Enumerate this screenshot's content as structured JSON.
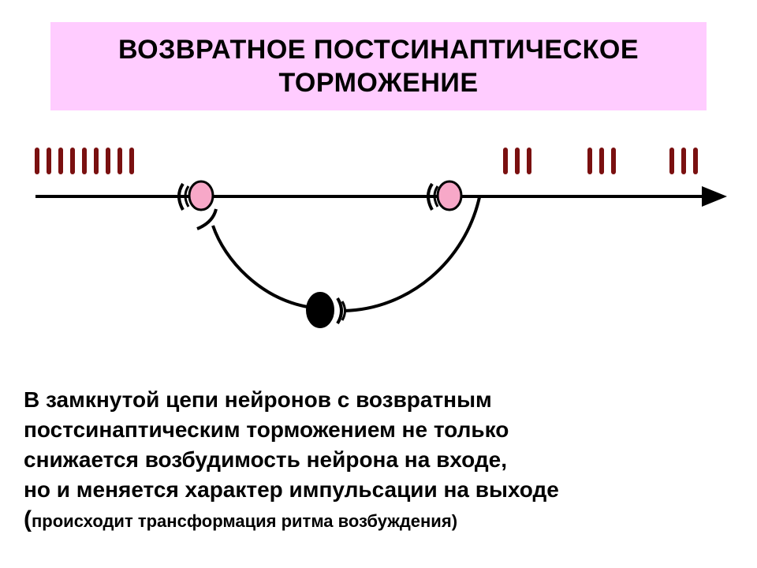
{
  "title": {
    "line1": "ВОЗВРАТНОЕ ПОСТСИНАПТИЧЕСКОЕ",
    "line2": "ТОРМОЖЕНИЕ"
  },
  "diagram": {
    "input_impulses_count": 9,
    "output_impulse_groups": [
      3,
      3,
      3
    ],
    "impulse_color": "#7a1010",
    "excitatory_neuron_color": "#f7a8c8",
    "inhibitory_neuron_color": "#000000"
  },
  "body": {
    "line1": "В замкнутой цепи нейронов с возвратным",
    "line2": "постсинаптическим торможением не только",
    "line3": "снижается возбудимость нейрона на входе,",
    "line4": "но и меняется характер импульсации на выходе",
    "line5_open": "(",
    "line5_text": "происходит трансформация ритма возбуждения",
    "line5_close": ")"
  },
  "colors": {
    "title_background": "#ffccff"
  }
}
